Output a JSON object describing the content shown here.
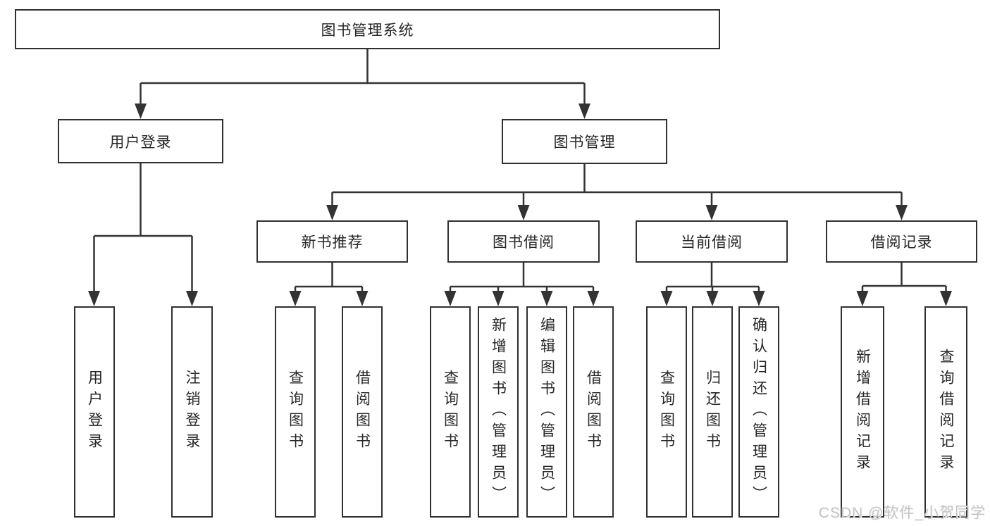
{
  "diagram": {
    "root": "图书管理系统",
    "branches": [
      {
        "label": "用户登录",
        "children": [
          {
            "label": "用户登录"
          },
          {
            "label": "注销登录"
          }
        ]
      },
      {
        "label": "图书管理",
        "children": [
          {
            "label": "新书推荐",
            "children": [
              {
                "label": "查询图书"
              },
              {
                "label": "借阅图书"
              }
            ]
          },
          {
            "label": "图书借阅",
            "children": [
              {
                "label": "查询图书"
              },
              {
                "label": "新增图书（管理员）"
              },
              {
                "label": "编辑图书（管理员）"
              },
              {
                "label": "借阅图书"
              }
            ]
          },
          {
            "label": "当前借阅",
            "children": [
              {
                "label": "查询图书"
              },
              {
                "label": "归还图书"
              },
              {
                "label": "确认归还（管理员）"
              }
            ]
          },
          {
            "label": "借阅记录",
            "children": [
              {
                "label": "新增借阅记录"
              },
              {
                "label": "查询借阅记录"
              }
            ]
          }
        ]
      }
    ]
  },
  "watermark": {
    "text": "CSDN @软件_小贺同学"
  },
  "colors": {
    "background": "#ffffff",
    "line": "#333333",
    "box_border": "#303030",
    "text": "#262626",
    "watermark_text": "#c5c5c5"
  }
}
